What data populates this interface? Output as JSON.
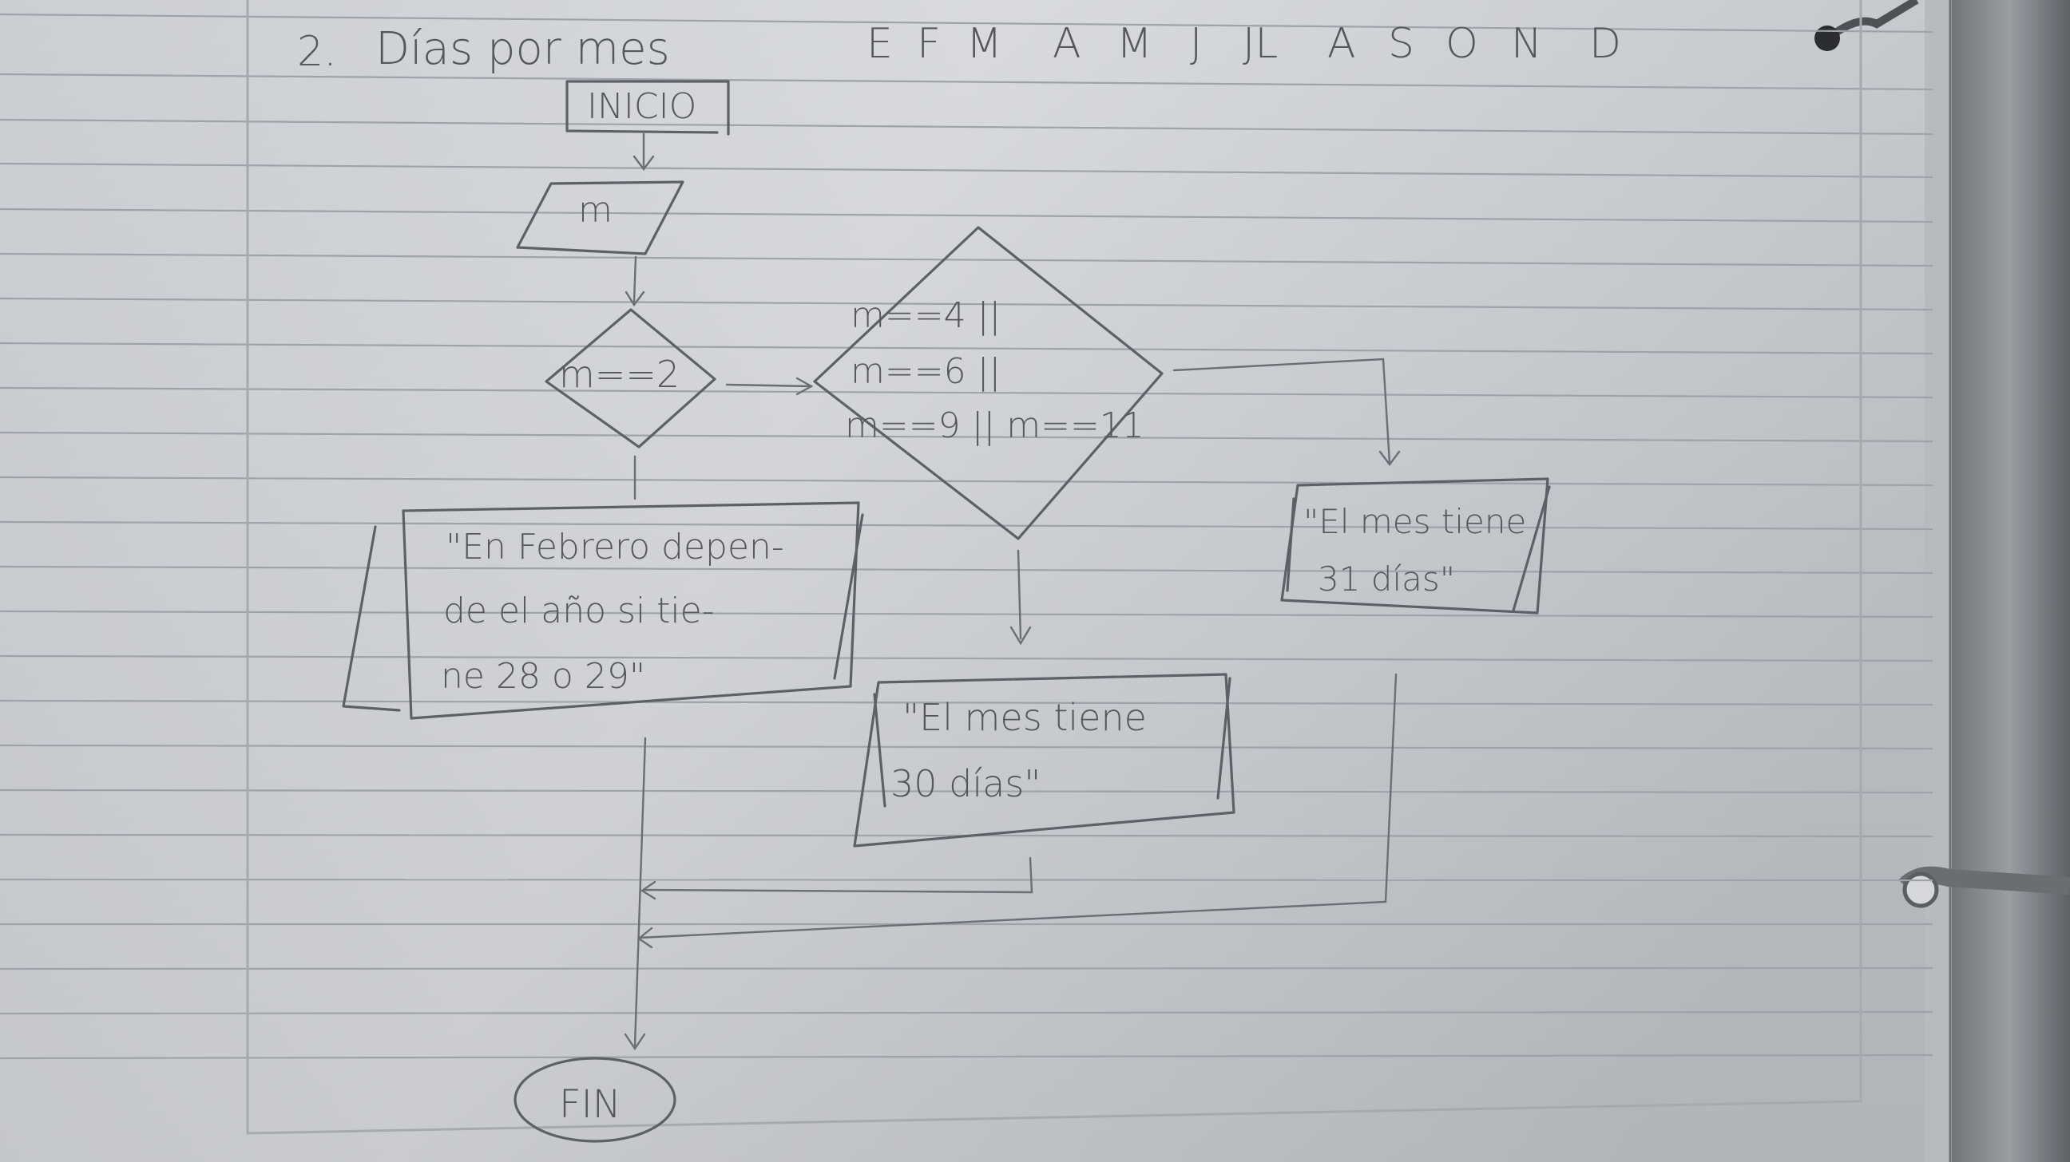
{
  "heading": {
    "number": "2.",
    "title": "Días por mes",
    "months": [
      "E",
      "F",
      "M",
      "A",
      "M",
      "J",
      "JL",
      "A",
      "S",
      "O",
      "N",
      "D"
    ]
  },
  "flowchart": {
    "start": "INICIO",
    "input": "m",
    "decision1": "m==2",
    "decision2": {
      "line1": "m==4 ||",
      "line2": "m==6 ||",
      "line3": "m==9 || m==11"
    },
    "output_feb": {
      "line1": "\"En Febrero depen-",
      "line2": "de el año si tie-",
      "line3": "ne 28 o 29\""
    },
    "output_30": {
      "line1": "\"El mes tiene",
      "line2": "30 días\""
    },
    "output_31": {
      "line1": "\"El mes tiene",
      "line2": "31 días\""
    },
    "end": "FIN"
  }
}
